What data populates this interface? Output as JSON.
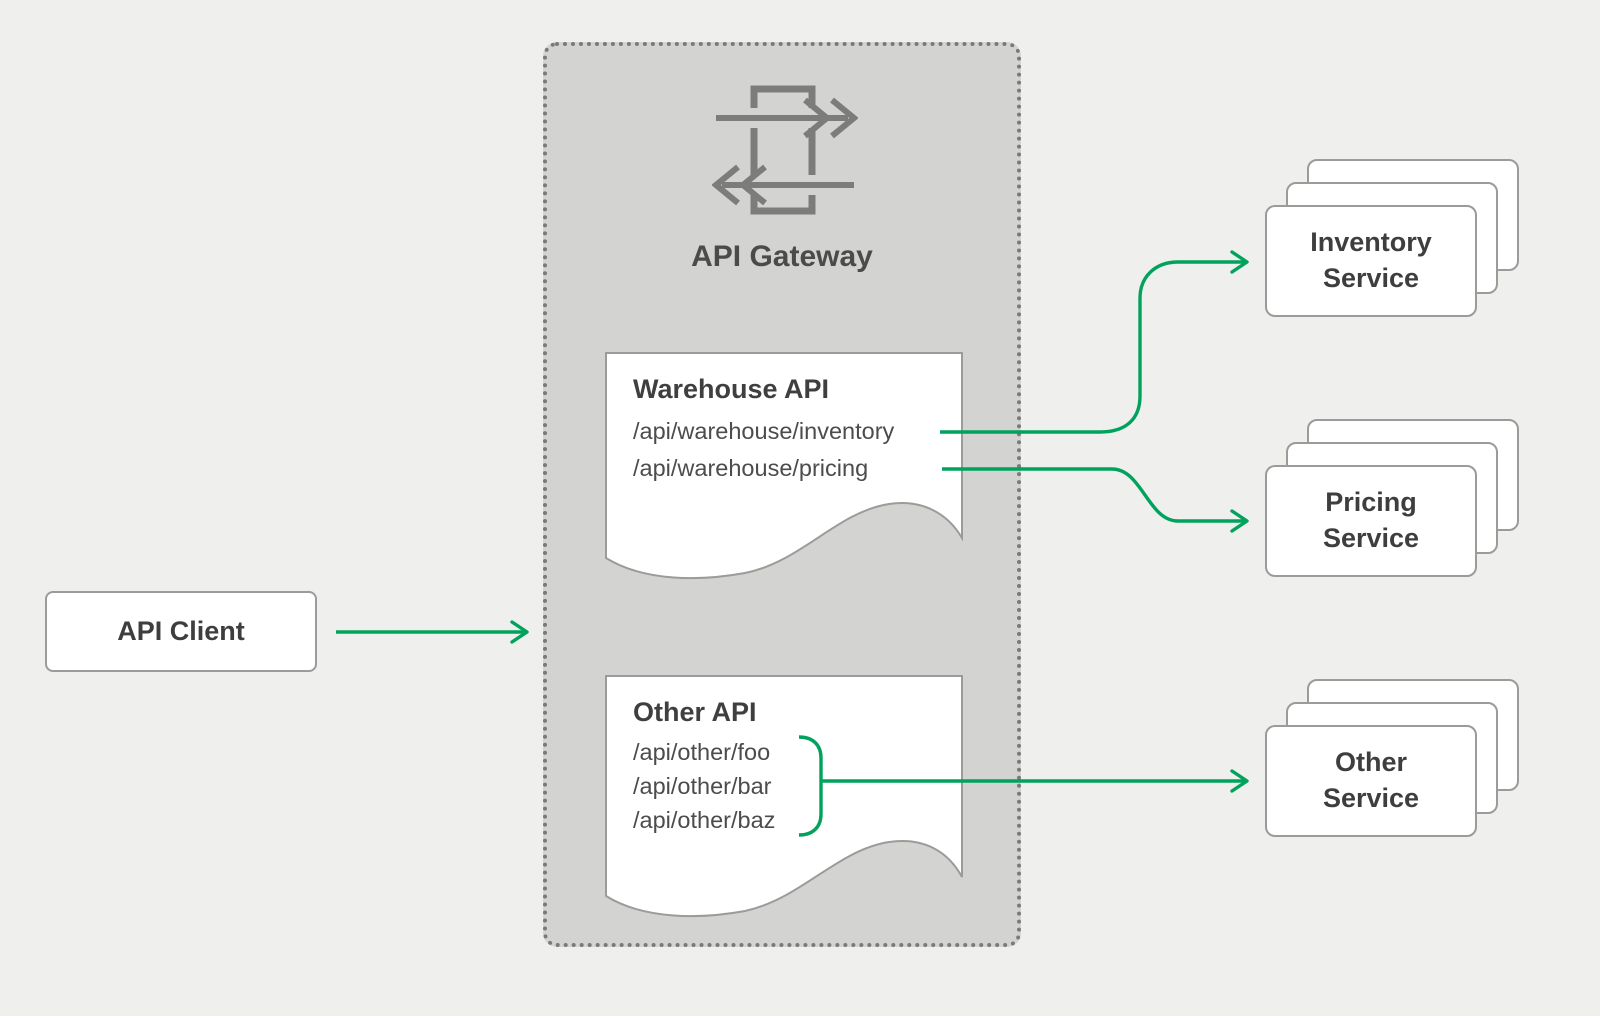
{
  "title": "API Gateway routing diagram",
  "colors": {
    "background": "#efefed",
    "gateway_fill": "#d3d3d1",
    "gateway_border": "#7a7a78",
    "box_border": "#9b9b99",
    "text": "#454545",
    "arrow_green": "#00a25c",
    "icon_gray": "#7c7c7a"
  },
  "client": {
    "label": "API Client"
  },
  "gateway": {
    "label": "API Gateway",
    "icon": "api-gateway-icon",
    "apis": [
      {
        "title": "Warehouse API",
        "routes": [
          "/api/warehouse/inventory",
          "/api/warehouse/pricing"
        ]
      },
      {
        "title": "Other API",
        "routes": [
          "/api/other/foo",
          "/api/other/bar",
          "/api/other/baz"
        ]
      }
    ]
  },
  "services": [
    {
      "label": "Inventory Service"
    },
    {
      "label": "Pricing Service"
    },
    {
      "label": "Other Service"
    }
  ],
  "connections": [
    {
      "from": "API Client",
      "to": "API Gateway"
    },
    {
      "from": "/api/warehouse/inventory",
      "to": "Inventory Service"
    },
    {
      "from": "/api/warehouse/pricing",
      "to": "Pricing Service"
    },
    {
      "from": "Other API routes (foo, bar, baz)",
      "to": "Other Service"
    }
  ]
}
